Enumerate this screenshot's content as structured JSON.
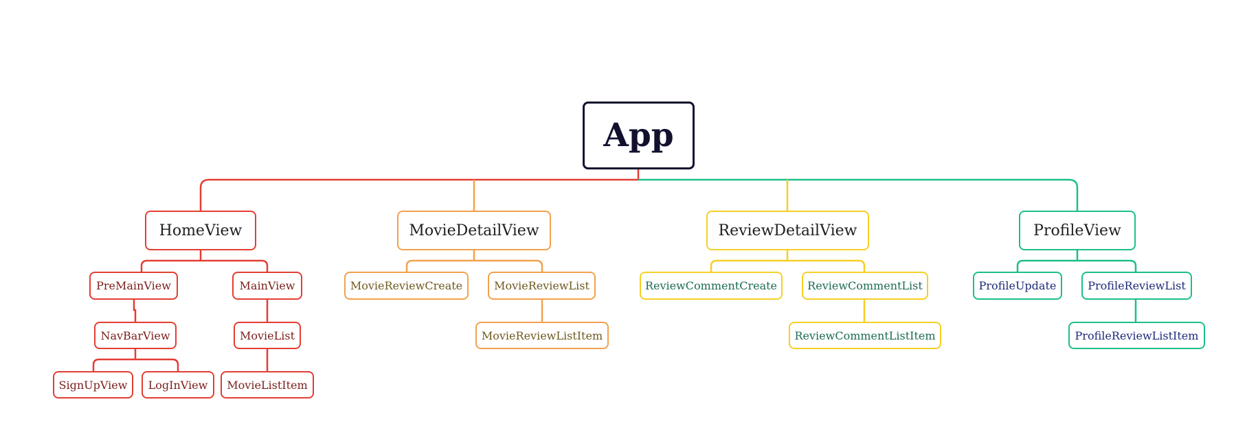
{
  "colors": {
    "root_border": "#11112e",
    "root_text": "#11112e",
    "home_border": "#e33d32",
    "home_text": "#7a1e1a",
    "movie_border": "#f2a14c",
    "movie_text": "#6e5a1e",
    "review_border": "#f5cf25",
    "review_text": "#1d6b55",
    "profile_border": "#1bbf88",
    "profile_text": "#1e2a78"
  },
  "diagram": {
    "root": "App",
    "branches": {
      "home": {
        "label": "HomeView",
        "premain": "PreMainView",
        "navbar": "NavBarView",
        "signup": "SignUpView",
        "login": "LogInView",
        "main": "MainView",
        "movielist": "MovieList",
        "movielistitem": "MovieListItem"
      },
      "movie": {
        "label": "MovieDetailView",
        "create": "MovieReviewCreate",
        "list": "MovieReviewList",
        "listitem": "MovieReviewListItem"
      },
      "review": {
        "label": "ReviewDetailView",
        "create": "ReviewCommentCreate",
        "list": "ReviewCommentList",
        "listitem": "ReviewCommentListItem"
      },
      "profile": {
        "label": "ProfileView",
        "update": "ProfileUpdate",
        "reviewlist": "ProfileReviewList",
        "reviewlistitem": "ProfileReviewListItem"
      }
    }
  }
}
